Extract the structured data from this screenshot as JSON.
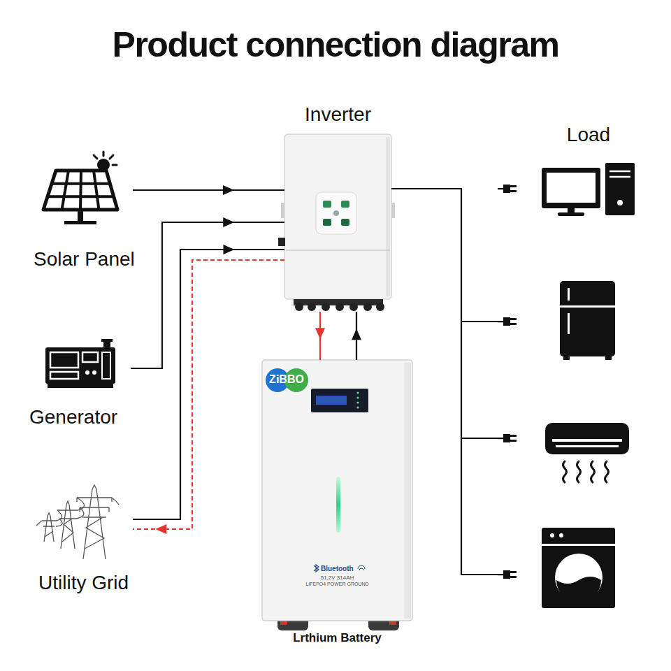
{
  "diagram": {
    "title": "Product connection diagram",
    "nodes": [
      {
        "text": [
          "Inverter"
        ]
      },
      {
        "text": [
          "Load"
        ]
      },
      {
        "text": [
          "Solar Panel"
        ]
      },
      {
        "text": [
          "Generator"
        ]
      },
      {
        "text": [
          "ZiBBO",
          "Bluetooth",
          "51.2V 314AH",
          "LIFEPO4 POWER GROUND",
          "Lrthium Battery"
        ]
      },
      {
        "text": [
          "Utility Grid"
        ]
      }
    ],
    "edges": [
      {
        "from": 2,
        "to": 0,
        "arrow": "to"
      },
      {
        "from": 3,
        "to": 0,
        "arrow": "to"
      },
      {
        "from": 5,
        "to": 0,
        "arrow": "to"
      },
      {
        "from": 0,
        "to": 5,
        "arrow": "to"
      },
      {
        "from": 0,
        "to": 4,
        "arrow": "to"
      },
      {
        "from": 4,
        "to": 0,
        "arrow": "to"
      },
      {
        "from": 0,
        "to": 1,
        "arrow": "none"
      }
    ]
  }
}
